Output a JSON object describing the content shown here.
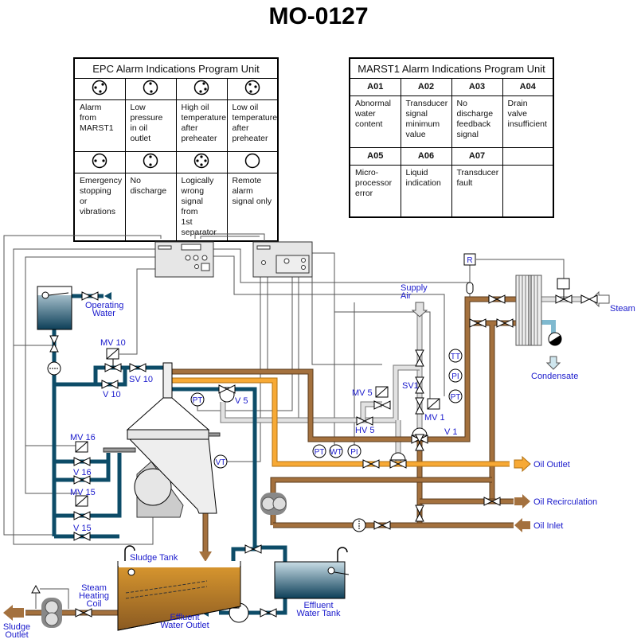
{
  "title": "MO-0127",
  "epc_table": {
    "title": "EPC Alarm Indications Program Unit",
    "cells": [
      {
        "icon": "lamp-3-dots",
        "text": "Alarm\nfrom\nMARST1"
      },
      {
        "icon": "lamp-2-dots",
        "text": "Low\npressure\nin oil\noutlet"
      },
      {
        "icon": "lamp-3-dots",
        "text": "High oil\ntemperature\nafter\npreheater"
      },
      {
        "icon": "lamp-3-dots",
        "text": "Low oil\ntemperature\nafter\npreheater"
      },
      {
        "icon": "lamp-2-dots",
        "text": "Emergency\nstopping or\nvibrations"
      },
      {
        "icon": "lamp-2-dots",
        "text": "No\ndischarge"
      },
      {
        "icon": "lamp-4-dots",
        "text": "Logically\nwrong\nsignal from\n1st separator"
      },
      {
        "icon": "lamp-empty",
        "text": "Remote\nalarm\nsignal only"
      }
    ]
  },
  "marst_table": {
    "title": "MARST1 Alarm Indications Program Unit",
    "cells": [
      {
        "code": "A01",
        "text": "Abnormal\nwater\ncontent"
      },
      {
        "code": "A02",
        "text": "Transducer\nsignal\nminimum\nvalue"
      },
      {
        "code": "A03",
        "text": "No\ndischarge\nfeedback\nsignal"
      },
      {
        "code": "A04",
        "text": "Drain\nvalve\ninsufficient"
      },
      {
        "code": "A05",
        "text": "Micro-\nprocessor\nerror"
      },
      {
        "code": "A06",
        "text": "Liquid\nindication"
      },
      {
        "code": "A07",
        "text": "Transducer\nfault"
      },
      {
        "code": "",
        "text": ""
      }
    ]
  },
  "labels": {
    "operating_water": [
      "Operating",
      "Water"
    ],
    "mv10": "MV 10",
    "sv10": "SV 10",
    "v10": "V 10",
    "v5": "V 5",
    "mv16": "MV 16",
    "v16": "V 16",
    "mv15": "MV 15",
    "v15": "V 15",
    "supply_air": [
      "Supply",
      "Air"
    ],
    "mv5": "MV 5",
    "hv5": "HV 5",
    "sv1": "SV1",
    "mv1": "MV 1",
    "v1": "V 1",
    "steam": "Steam",
    "condensate": "Condensate",
    "oil_outlet": "Oil Outlet",
    "oil_recirculation": "Oil Recirculation",
    "oil_inlet": "Oil Inlet",
    "sludge_tank": "Sludge Tank",
    "steam_heating_coil": [
      "Steam",
      "Heating",
      "Coil"
    ],
    "sludge_outlet": [
      "Sludge",
      "Outlet"
    ],
    "effluent_water_outlet": [
      "Effluent",
      "Water Outlet"
    ],
    "effluent_water_tank": [
      "Effluent",
      "Water Tank"
    ]
  },
  "instruments": {
    "pt_top": "PT",
    "vt": "VT",
    "pt_oil": "PT",
    "wt": "WT",
    "pi_oil": "PI",
    "tt": "TT",
    "pi_v1": "PI",
    "pt_v1": "PT",
    "r": "R"
  },
  "colors": {
    "water": "#0d4c68",
    "oil": "#a4713e",
    "oil_outlet": "#f7a935",
    "label": "#1a1acc",
    "air": "#e2e2e2"
  }
}
